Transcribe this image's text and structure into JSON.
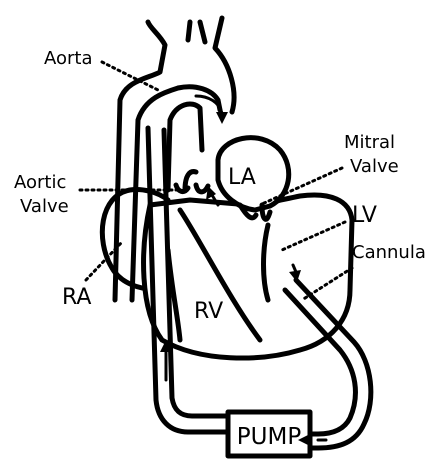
{
  "labels": {
    "aorta": "Aorta",
    "aortic_valve_line1": "Aortic",
    "aortic_valve_line2": "Valve",
    "mitral_valve_line1": "Mitral",
    "mitral_valve_line2": "Valve",
    "la": "LA",
    "lv": "LV",
    "ra": "RA",
    "rv": "RV",
    "cannula": "Cannula",
    "pump": "PUMP"
  }
}
